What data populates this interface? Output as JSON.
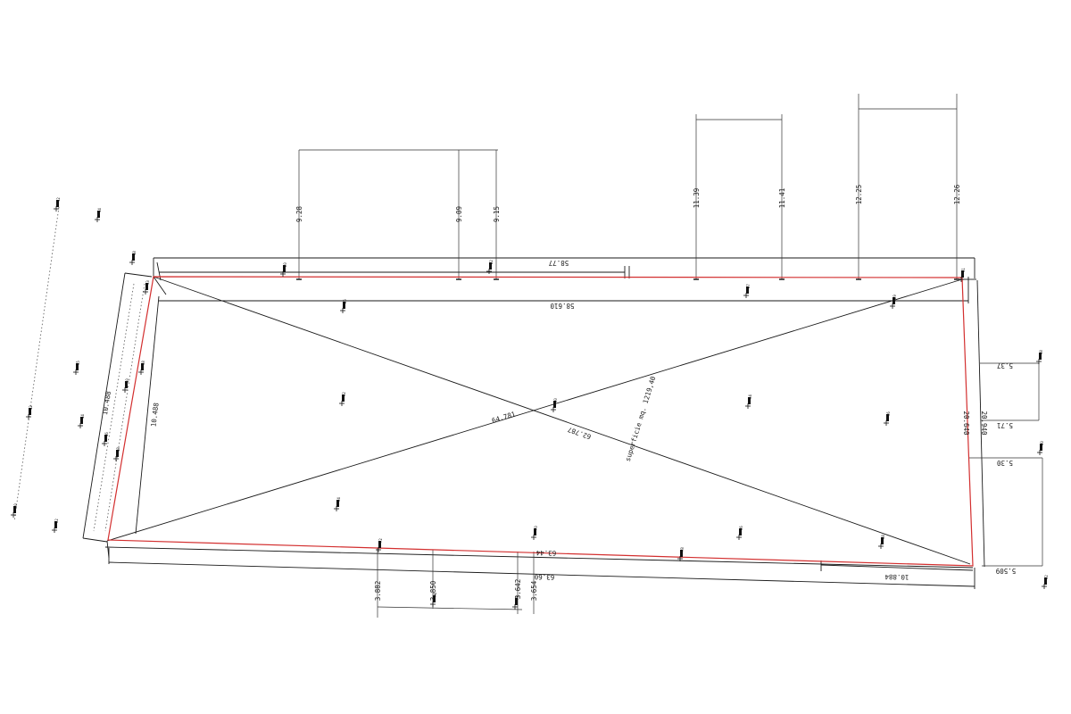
{
  "drawing": {
    "colors": {
      "boundary": "#d32f2f",
      "ink": "#1a1a1a",
      "background": "#ffffff"
    },
    "area_label": "superficie mq. 1219,40",
    "diagonals": [
      "64.781",
      "62.787"
    ],
    "top_overall": "58.77",
    "top_inner": "58.610",
    "bottom_inner": "63.44",
    "bottom_outer": "63.60",
    "bottom_right_dim": "10.884",
    "left_outer": "10.488",
    "left_inner": "10.488",
    "right_outer": "20.940",
    "right_inner": "20.640",
    "offsets_top": [
      "9.28",
      "9.09",
      "9.15",
      "11.39",
      "11.41",
      "12.25",
      "12.26"
    ],
    "offsets_right": [
      "5.37",
      "5.71",
      "5.30",
      "5.509"
    ],
    "offsets_bottom": [
      "3.882",
      "3.850",
      "3.642",
      "3.654"
    ]
  },
  "survey_points": [
    "12",
    "14",
    "18",
    "20",
    "22",
    "25",
    "27",
    "29",
    "31",
    "33",
    "35",
    "38",
    "40",
    "42",
    "44",
    "46",
    "48",
    "50",
    "52",
    "54",
    "56",
    "58",
    "60",
    "62",
    "64",
    "66",
    "68",
    "70",
    "72",
    "74",
    "76",
    "78",
    "80",
    "82"
  ]
}
